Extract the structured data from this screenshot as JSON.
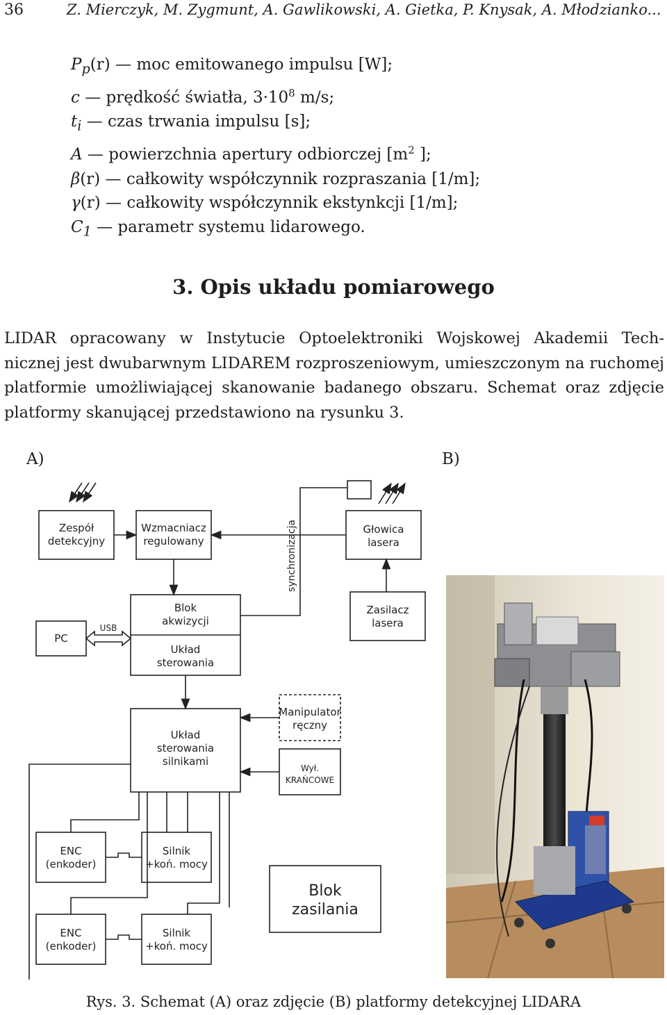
{
  "header": {
    "page_number": "36",
    "authors": "Z. Mierczyk, M. Zygmunt, A. Gawlikowski, A. Gietka, P. Knysak, A. Młodzianko..."
  },
  "definitions": [
    {
      "symbol": "P",
      "sub": "p",
      "arg": "(r)",
      "text": " — moc emitowanego impulsu [W];"
    },
    {
      "symbol": "c",
      "text": " — prędkość światła, 3·10",
      "sup": "8",
      "tail": " m/s;"
    },
    {
      "symbol": "t",
      "sub": "i",
      "text": " — czas trwania impulsu [s];"
    },
    {
      "symbol": "A",
      "text": " — powierzchnia apertury odbiorczej [m",
      "sup": "2",
      "tail": " ];"
    },
    {
      "symbol": "β",
      "arg": "(r)",
      "text": " — całkowity współczynnik rozpraszania [1/m];"
    },
    {
      "symbol": "γ",
      "arg": "(r)",
      "text": " — całkowity współczynnik ekstynkcji [1/m];"
    },
    {
      "symbol": "C",
      "sub": "1",
      "text": " — parametr systemu lidarowego."
    }
  ],
  "section_heading": "3. Opis układu pomiarowego",
  "paragraph_lines": [
    "LIDAR opracowany w Instytucie Optoelektroniki Wojskowej Akademii Tech-",
    "nicznej jest dwubarwnym LIDAREM rozproszeniowym, umieszczonym na ruchomej",
    "platformie umożliwiającej skanowanie badanego obszaru. Schemat oraz zdjęcie",
    "platformy skanującej przedstawiono na rysunku 3."
  ],
  "panel_labels": {
    "a": "A)",
    "b": "B)"
  },
  "diagram": {
    "zespol": [
      "Zespół",
      "detekcyjny"
    ],
    "wzmacniacz": [
      "Wzmacniacz",
      "regulowany"
    ],
    "glowica": [
      "Głowica",
      "lasera"
    ],
    "blok_akwizycji": [
      "Blok",
      "akwizycji"
    ],
    "uklad_sterowania": [
      "Układ",
      "sterowania"
    ],
    "zasilacz": [
      "Zasilacz",
      "lasera"
    ],
    "pc": "PC",
    "usb": "USB",
    "synchronizacja": "synchronizacja",
    "uklad_silnikami": [
      "Układ",
      "sterowania",
      "silnikami"
    ],
    "manipulator": [
      "Manipulator",
      "ręczny"
    ],
    "wyl_krancowe": [
      "Wył.",
      "KRAŃCOWE"
    ],
    "enc": [
      "ENC",
      "(enkoder)"
    ],
    "silnik": [
      "Silnik",
      "+koń. mocy"
    ],
    "blok_zasilania": [
      "Blok",
      "zasilania"
    ]
  },
  "caption": "Rys. 3. Schemat (A) oraz zdjęcie (B) platformy detekcyjnej LIDARA"
}
